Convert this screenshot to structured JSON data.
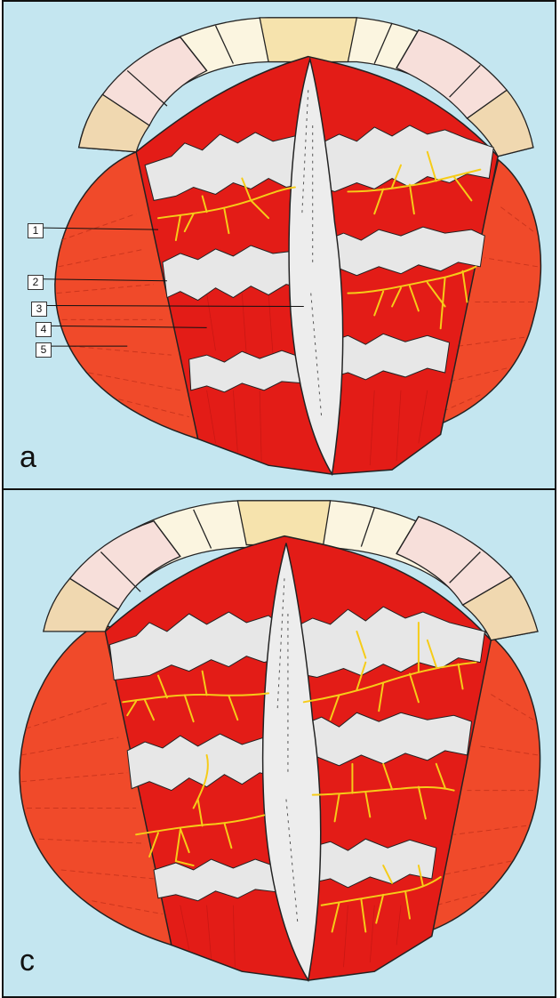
{
  "panels": [
    {
      "letter": "a",
      "artery_pattern": "few-branches"
    },
    {
      "letter": "c",
      "artery_pattern": "many-branches"
    }
  ],
  "callouts": [
    "1",
    "2",
    "3",
    "4",
    "5"
  ],
  "colors": {
    "background": "#c4e6f0",
    "muscle": "#e31c17",
    "lateral_muscle": "#f04a2a",
    "tendinous_band": "#e7e7e7",
    "artery": "#f6cc18",
    "outline": "#222222",
    "top_plate": "#f6e3ad",
    "arc_cream": "#fbf5e0",
    "arc_pink": "#f7dfda"
  }
}
